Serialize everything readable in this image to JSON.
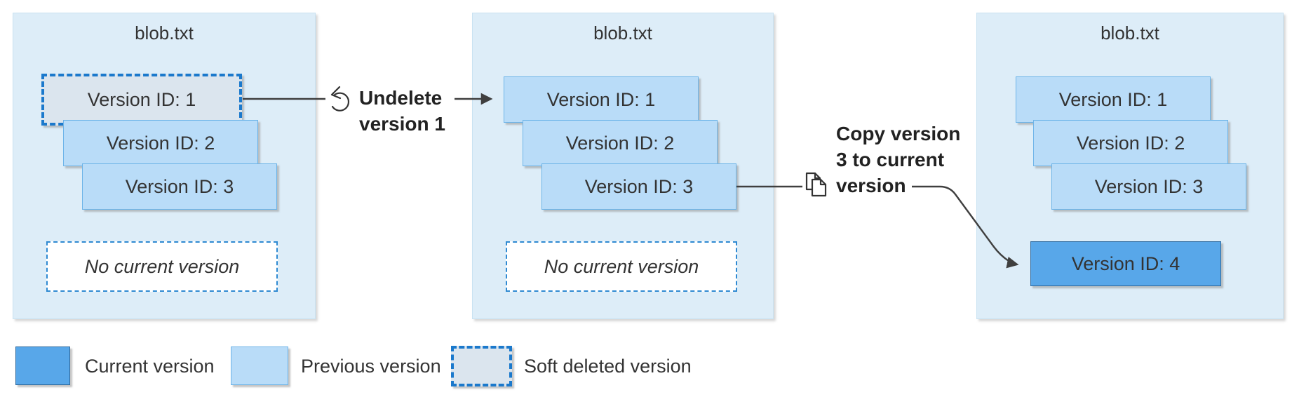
{
  "colors": {
    "panel_fill": "#ddedf8",
    "panel_border": "#c9e2f2",
    "previous_fill": "#b9dcf8",
    "previous_border": "#6db4e8",
    "current_fill": "#58a7e9",
    "current_border": "#2f6a9e",
    "soft_fill": "#dbe5ee",
    "soft_border_gray": "#a9a9a9",
    "accent_blue": "#1b79cc",
    "dashed_blue": "#2f8ad2",
    "arrow": "#3f3f3f",
    "text": "#333333"
  },
  "panels": [
    {
      "title": "blob.txt",
      "versions": [
        {
          "label": "Version ID: 1",
          "state": "soft-deleted"
        },
        {
          "label": "Version ID: 2",
          "state": "previous"
        },
        {
          "label": "Version ID: 3",
          "state": "previous"
        }
      ],
      "placeholder": "No current version"
    },
    {
      "title": "blob.txt",
      "versions": [
        {
          "label": "Version ID: 1",
          "state": "previous"
        },
        {
          "label": "Version ID: 2",
          "state": "previous"
        },
        {
          "label": "Version ID: 3",
          "state": "previous"
        }
      ],
      "placeholder": "No current version"
    },
    {
      "title": "blob.txt",
      "versions": [
        {
          "label": "Version ID: 1",
          "state": "previous"
        },
        {
          "label": "Version ID: 2",
          "state": "previous"
        },
        {
          "label": "Version ID: 3",
          "state": "previous"
        },
        {
          "label": "Version ID: 4",
          "state": "current"
        }
      ]
    }
  ],
  "actions": {
    "undelete": {
      "label": "Undelete version 1",
      "icon": "undo-icon"
    },
    "copy": {
      "label": "Copy version 3 to current version",
      "icon": "copy-icon"
    }
  },
  "legend": {
    "items": [
      {
        "label": "Current version",
        "swatch": "current"
      },
      {
        "label": "Previous version",
        "swatch": "previous"
      },
      {
        "label": "Soft deleted version",
        "swatch": "soft-deleted"
      }
    ]
  }
}
